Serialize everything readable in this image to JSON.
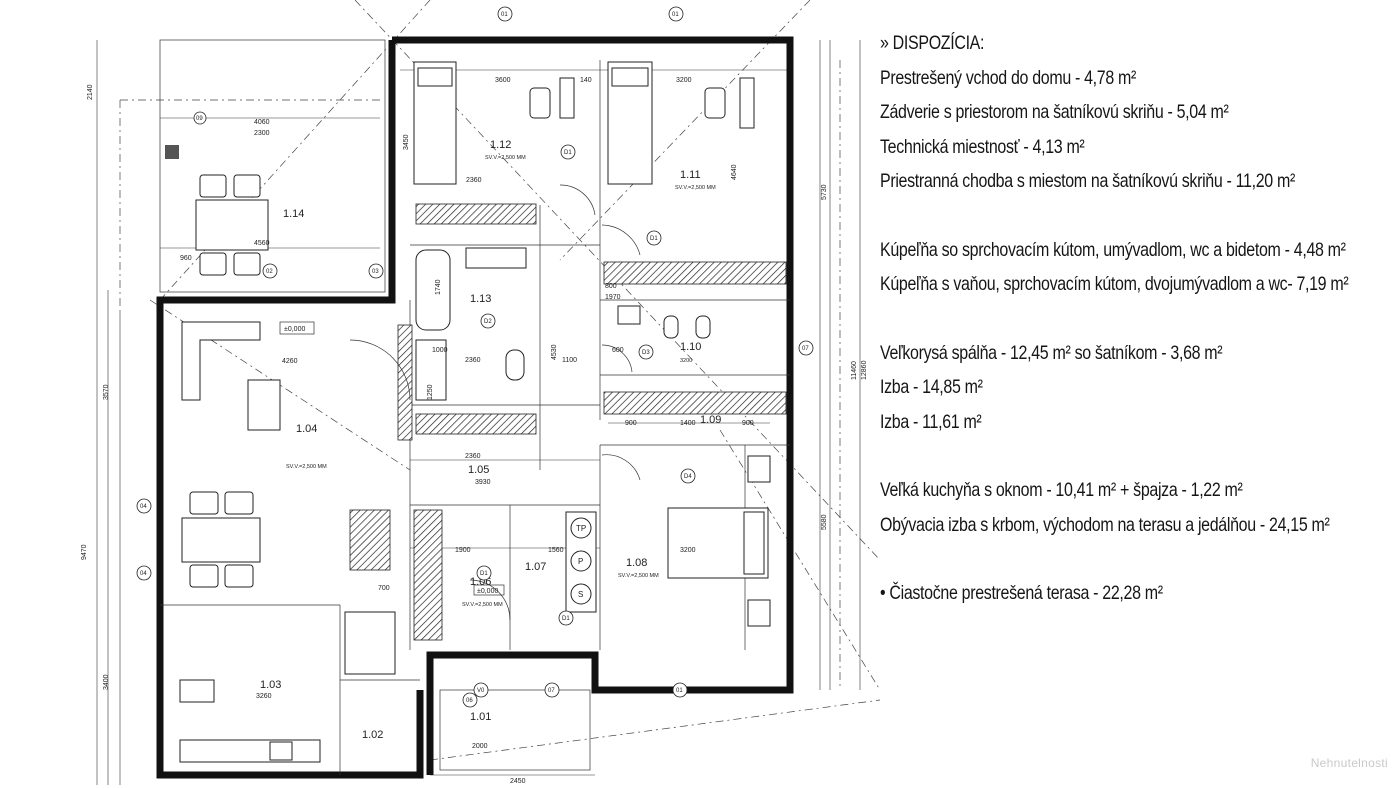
{
  "legend": {
    "heading": "» DISPOZÍCIA:",
    "l1": "Prestrešený vchod do domu - 4,78 m²",
    "l2": "Zádverie s priestorom na šatníkovú skriňu - 5,04 m²",
    "l3": "Technická miestnosť - 4,13 m²",
    "l4": "Priestranná chodba s miestom na šatníkovú skriňu - 11,20 m²",
    "l5": "Kúpeľňa so sprchovacím kútom, umývadlom, wc a bidetom - 4,48 m²",
    "l6": "Kúpeľňa s vaňou, sprchovacím kútom, dvojumývadlom a wc- 7,19 m²",
    "l7": "Veľkorysá spálňa - 12,45 m² so šatníkom - 3,68 m²",
    "l8": "Izba - 14,85 m²",
    "l9": "Izba - 11,61 m²",
    "l10": "Veľká kuchyňa s oknom - 10,41 m² + špajza - 1,22 m²",
    "l11": "Obývacia izba s krbom, východom na terasu a jedálňou - 24,15 m²",
    "l12": "• Čiastočne prestrešená terasa - 22,28 m²"
  },
  "watermark": "Nehnutelnosti",
  "plan": {
    "rooms": {
      "r112": {
        "no": "1.12",
        "sub": "SV.V.=2,500 MM"
      },
      "r111": {
        "no": "1.11",
        "sub": "SV.V.=2,500 MM"
      },
      "r114": {
        "no": "1.14"
      },
      "r113": {
        "no": "1.13"
      },
      "r110": {
        "no": "1.10",
        "sub": "3200"
      },
      "r104": {
        "no": "1.04",
        "sub": "SV.V.=2,500 MM"
      },
      "r109": {
        "no": "1.09"
      },
      "r105": {
        "no": "1.05",
        "sub": "3930"
      },
      "r106": {
        "no": "1.06",
        "sub": "SV.V.=2,500 MM",
        "level": "±0,000"
      },
      "r107": {
        "no": "1.07"
      },
      "r108": {
        "no": "1.08",
        "sub": "SV.V.=2,500 MM"
      },
      "r103": {
        "no": "1.03",
        "sub": "3260"
      },
      "r102": {
        "no": "1.02"
      },
      "r101": {
        "no": "1.01",
        "sub": "2000"
      },
      "level104": "±0,000"
    },
    "dims": {
      "d3600": "3600",
      "d3200": "3200",
      "d140": "140",
      "d4060": "4060",
      "d2300": "2300",
      "d2360": "2360",
      "d4560": "4560",
      "d960": "960",
      "d4260": "4260",
      "d2360b": "2360",
      "d1900": "1900",
      "d1560": "1560",
      "d3200b": "3200",
      "d2450": "2450",
      "d900": "900",
      "d1400": "1400",
      "d1100": "1100",
      "d700": "700",
      "d800": "800",
      "d1970": "1970",
      "d9470": "9470",
      "d12860": "12860",
      "d11460": "11460",
      "d5730": "5730",
      "d5580": "5580",
      "d4530": "4530",
      "d3570": "3570",
      "d3400": "3400",
      "d2140": "2140",
      "d600": "600",
      "d1000": "1000",
      "d1250": "1250",
      "d1740": "1740",
      "d3450": "3450",
      "d4640": "4640"
    },
    "marks": {
      "m01": "01",
      "m02": "02",
      "m03": "03",
      "m04": "04",
      "m06": "06",
      "m07": "07",
      "m09": "09",
      "mD1": "D1",
      "mD2": "D2",
      "mD3": "D3",
      "mD4": "D4",
      "mV0": "V0"
    },
    "stove": {
      "tp": "TP",
      "p": "P",
      "s": "S"
    }
  }
}
